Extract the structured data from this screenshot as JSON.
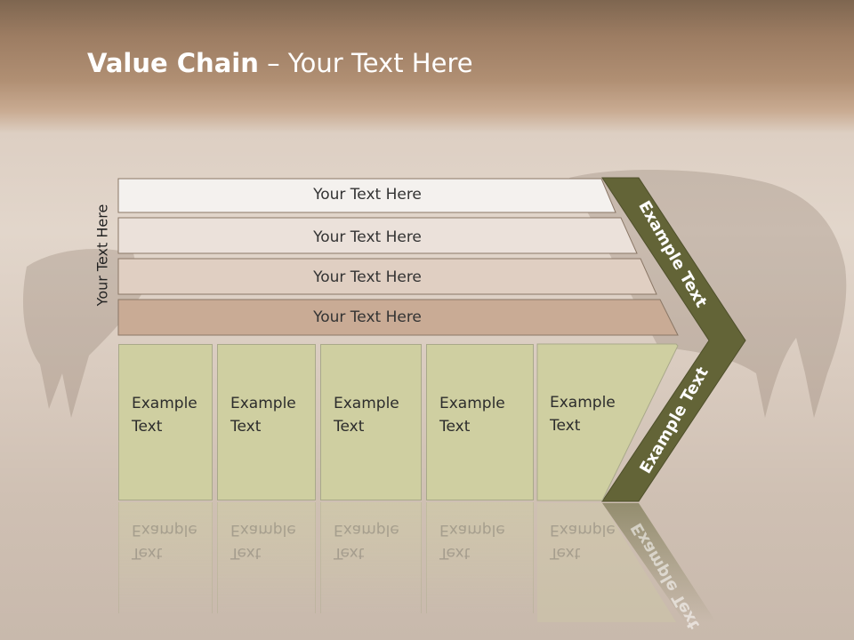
{
  "title": {
    "bold": "Value Chain",
    "rest": " – Your Text Here"
  },
  "side_label": "Your Text Here",
  "strips": [
    {
      "label": "Your Text Here"
    },
    {
      "label": "Your Text Here"
    },
    {
      "label": "Your Text Here"
    },
    {
      "label": "Your Text Here"
    }
  ],
  "boxes": [
    {
      "line1": "Example",
      "line2": "Text"
    },
    {
      "line1": "Example",
      "line2": "Text"
    },
    {
      "line1": "Example",
      "line2": "Text"
    },
    {
      "line1": "Example",
      "line2": "Text"
    },
    {
      "line1": "Example",
      "line2": "Text"
    }
  ],
  "chevron": {
    "upper": "Example Text",
    "lower": "Example Text"
  },
  "colors": {
    "chevron": "#636437",
    "boxes": "#cfcfa1",
    "strip1": "#f4f1ee",
    "strip2": "#ebe1da",
    "strip3": "#e0cfc2",
    "strip4": "#c9ab95"
  }
}
